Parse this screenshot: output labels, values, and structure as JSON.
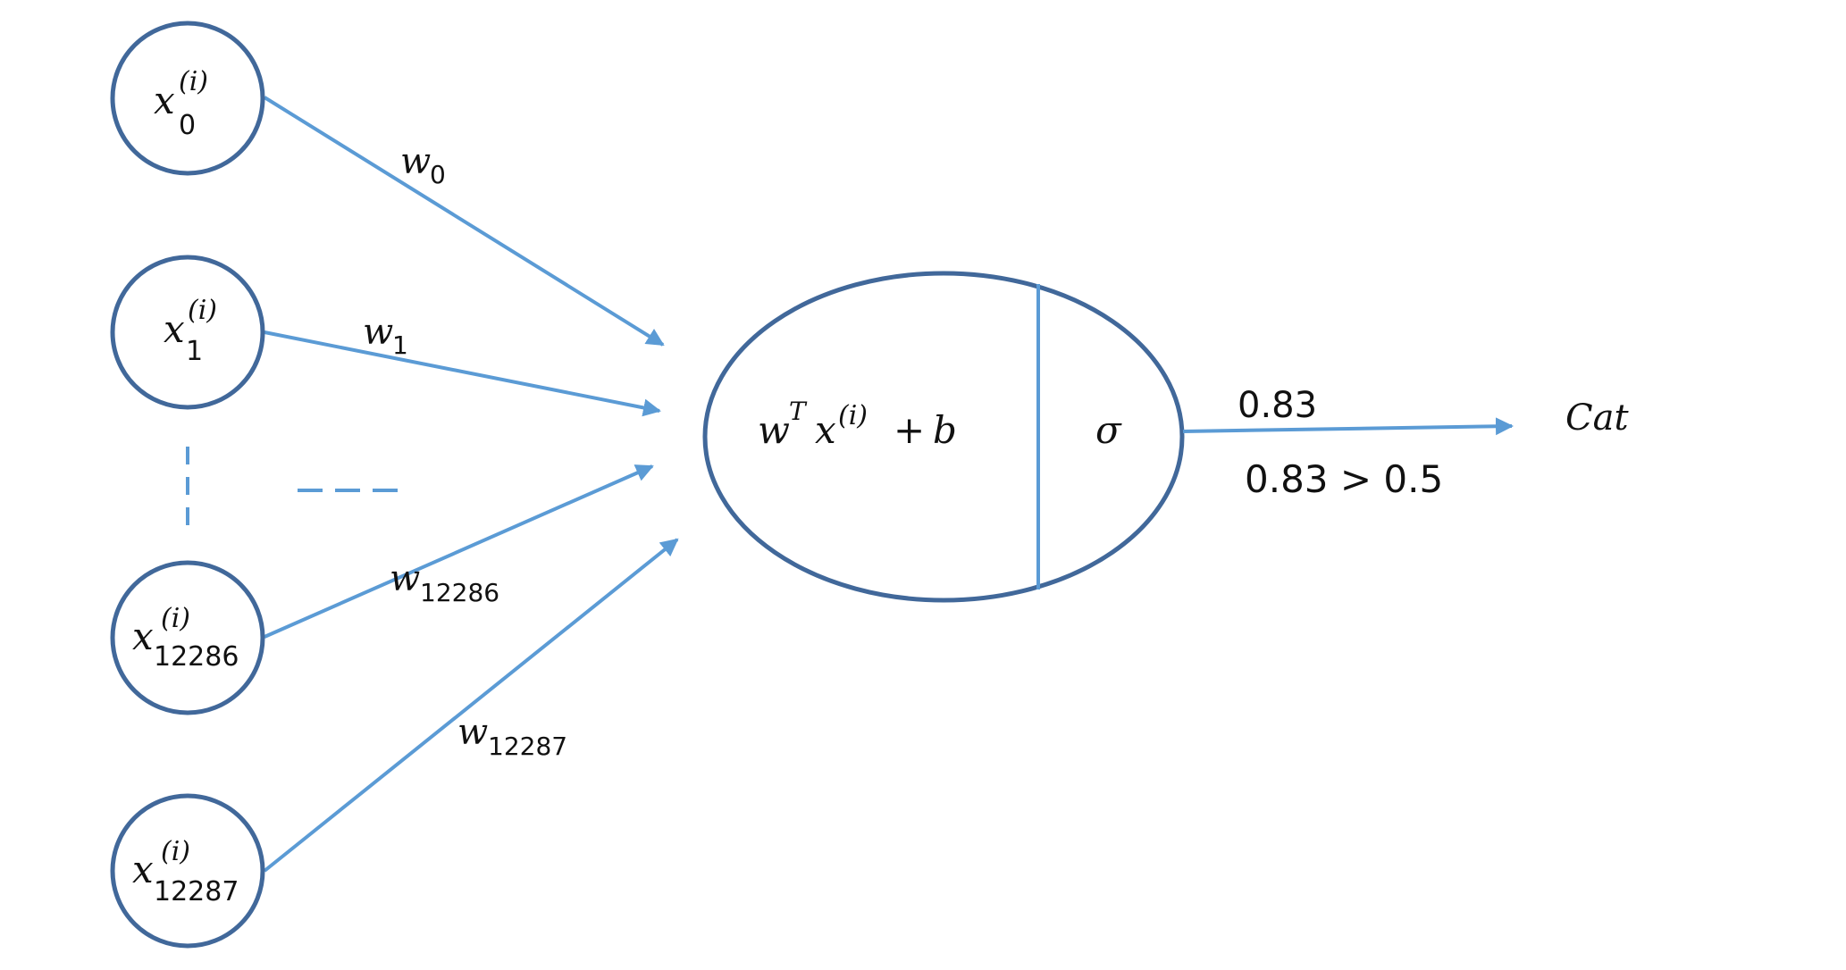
{
  "colors": {
    "node_stroke": "#41689A",
    "edge": "#5B9BD5",
    "text": "#111111"
  },
  "inputs": [
    {
      "symbol": "x",
      "sub": "0",
      "sup": "(i)"
    },
    {
      "symbol": "x",
      "sub": "1",
      "sup": "(i)"
    },
    {
      "symbol": "x",
      "sub": "12286",
      "sup": "(i)"
    },
    {
      "symbol": "x",
      "sub": "12287",
      "sup": "(i)"
    }
  ],
  "weights": [
    {
      "symbol": "w",
      "sub": "0"
    },
    {
      "symbol": "w",
      "sub": "1"
    },
    {
      "symbol": "w",
      "sub": "12286"
    },
    {
      "symbol": "w",
      "sub": "12287"
    }
  ],
  "neuron": {
    "linear": {
      "w": "w",
      "t": "T",
      "x": "x",
      "sup": "(i)",
      "plus": "+",
      "b": "b"
    },
    "activation": "σ"
  },
  "output": {
    "probability": "0.83",
    "comparison": "0.83 > 0.5",
    "label": "Cat"
  }
}
